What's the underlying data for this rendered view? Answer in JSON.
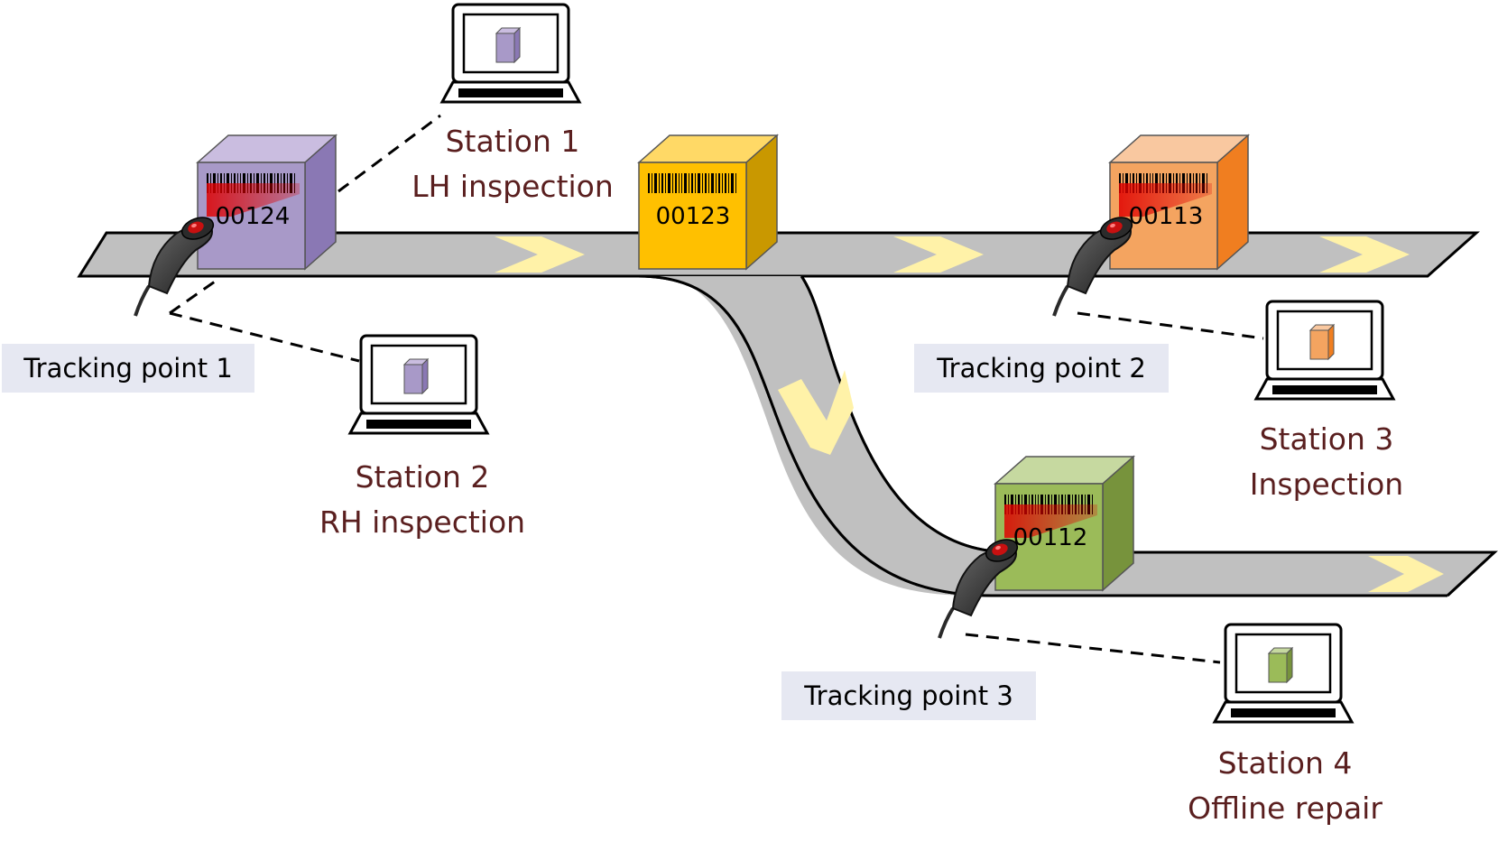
{
  "colors": {
    "belt": "#c0c0c0",
    "belt_stroke": "#000000",
    "chevron": "#fff2a8",
    "station_text": "#5a1f1f",
    "tracking_bg": "#e6e8f2",
    "box_purple": "#a899c8",
    "box_yellow": "#ffc000",
    "box_orange": "#f4a460",
    "box_green": "#9bbb59"
  },
  "boxes": [
    {
      "code": "00124",
      "color": "purple",
      "scanned": true
    },
    {
      "code": "00123",
      "color": "yellow",
      "scanned": false
    },
    {
      "code": "00113",
      "color": "orange",
      "scanned": true
    },
    {
      "code": "00112",
      "color": "green",
      "scanned": true
    }
  ],
  "stations": [
    {
      "name": "Station 1",
      "task": "LH inspection",
      "screen_box_color": "purple"
    },
    {
      "name": "Station 2",
      "task": "RH inspection",
      "screen_box_color": "purple"
    },
    {
      "name": "Station 3",
      "task": "Inspection",
      "screen_box_color": "orange"
    },
    {
      "name": "Station 4",
      "task": "Offline repair",
      "screen_box_color": "green"
    }
  ],
  "tracking_points": [
    {
      "label": "Tracking point 1",
      "icon": "barcode-scanner-icon"
    },
    {
      "label": "Tracking point 2",
      "icon": "barcode-scanner-icon"
    },
    {
      "label": "Tracking point 3",
      "icon": "barcode-scanner-icon"
    }
  ]
}
